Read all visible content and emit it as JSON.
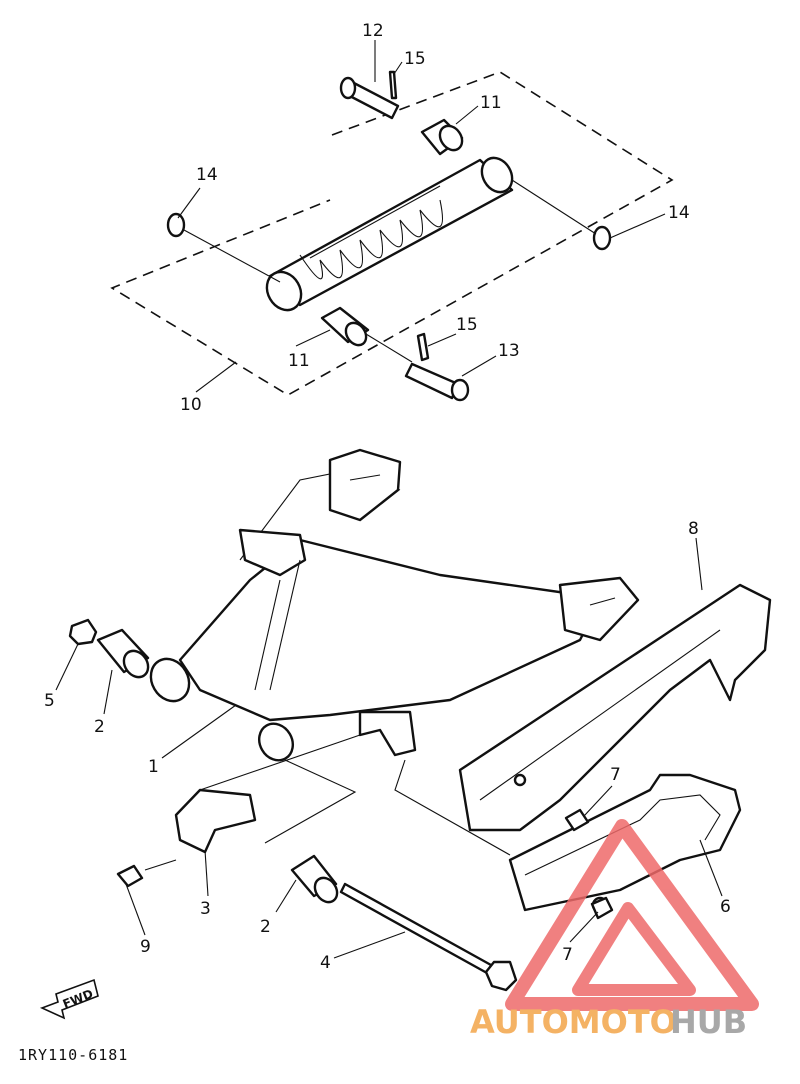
{
  "callouts": {
    "c1": "1",
    "c2a": "2",
    "c2b": "2",
    "c3": "3",
    "c4": "4",
    "c5": "5",
    "c6": "6",
    "c7a": "7",
    "c7b": "7",
    "c8": "8",
    "c9": "9",
    "c10": "10",
    "c11a": "11",
    "c11b": "11",
    "c12": "12",
    "c13": "13",
    "c14a": "14",
    "c14b": "14",
    "c15a": "15",
    "c15b": "15"
  },
  "diagram_code": "1RY110-6181",
  "fwd_label": "FWD",
  "watermark": {
    "part1": "AUTOMOTO",
    "part2": "HUB",
    "color1": "#f3a54a",
    "color2": "#9a9a9a",
    "logo_color": "#ee6a6a"
  }
}
